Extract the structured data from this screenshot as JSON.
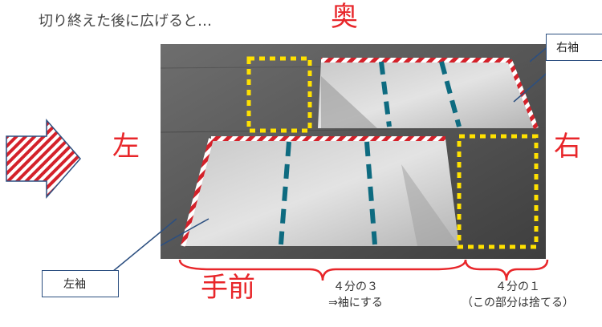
{
  "caption": "切り終えた後に広げると…",
  "labels": {
    "back": "奥",
    "left": "左",
    "right": "右",
    "front": "手前"
  },
  "callouts": {
    "right_sleeve": "右袖",
    "left_sleeve": "左袖"
  },
  "notes": {
    "three_quarters_line1": "４分の３",
    "three_quarters_line2": "⇒袖にする",
    "one_quarter_line1": "４分の１",
    "one_quarter_line2": "（この部分は捨てる）"
  },
  "colors": {
    "accent_red": "#e8262a",
    "dashed_teal": "#0e6b80",
    "dotted_yellow": "#ffe100",
    "callout_border": "#2c4f80"
  },
  "icons": [
    "striped-right-arrow-icon"
  ]
}
